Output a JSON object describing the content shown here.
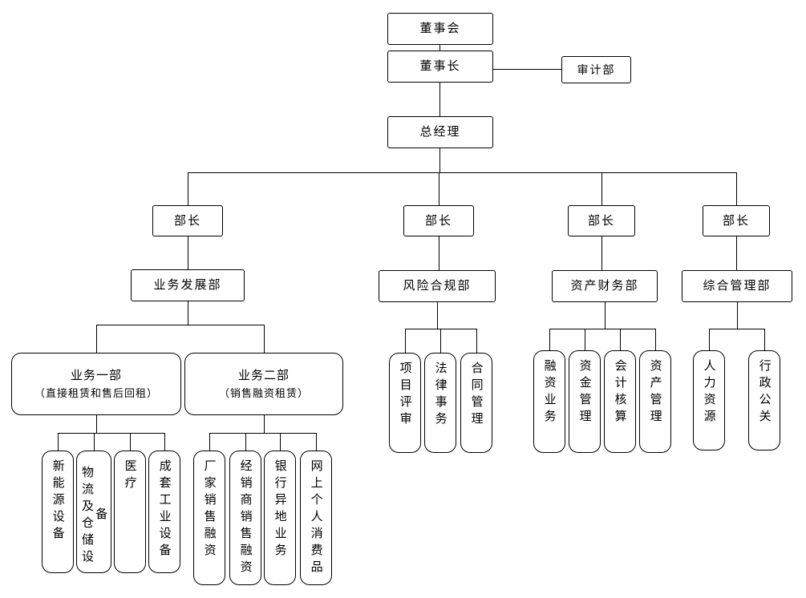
{
  "org_chart": {
    "board": "董事会",
    "chairman": "董事长",
    "audit_dept": "审计部",
    "general_manager": "总经理",
    "minister_1": "部长",
    "minister_2": "部长",
    "minister_3": "部长",
    "minister_4": "部长",
    "business_development_dept": "业务发展部",
    "risk_compliance_dept": "风险合规部",
    "asset_finance_dept": "资产财务部",
    "general_management_dept": "综合管理部",
    "business_unit_1": {
      "title": "业务一部",
      "subtitle": "（直接租赁和售后回租）"
    },
    "business_unit_2": {
      "title": "业务二部",
      "subtitle": "（销售融资租赁）"
    },
    "business_unit_1_children": [
      "新能源设备",
      "物流及仓储设备",
      "医疗",
      "成套工业设备"
    ],
    "business_unit_2_children": [
      "厂家销售融资",
      "经销商销售融资",
      "银行异地业务",
      "网上个人消费品"
    ],
    "risk_children": [
      "项目评审",
      "法律事务",
      "合同管理"
    ],
    "asset_children": [
      "融资业务",
      "资金管理",
      "会计核算",
      "资产管理"
    ],
    "general_children": [
      "人力资源",
      "行政公关"
    ]
  },
  "colors": {
    "border": "#000000",
    "background": "#ffffff",
    "text": "#000000"
  }
}
